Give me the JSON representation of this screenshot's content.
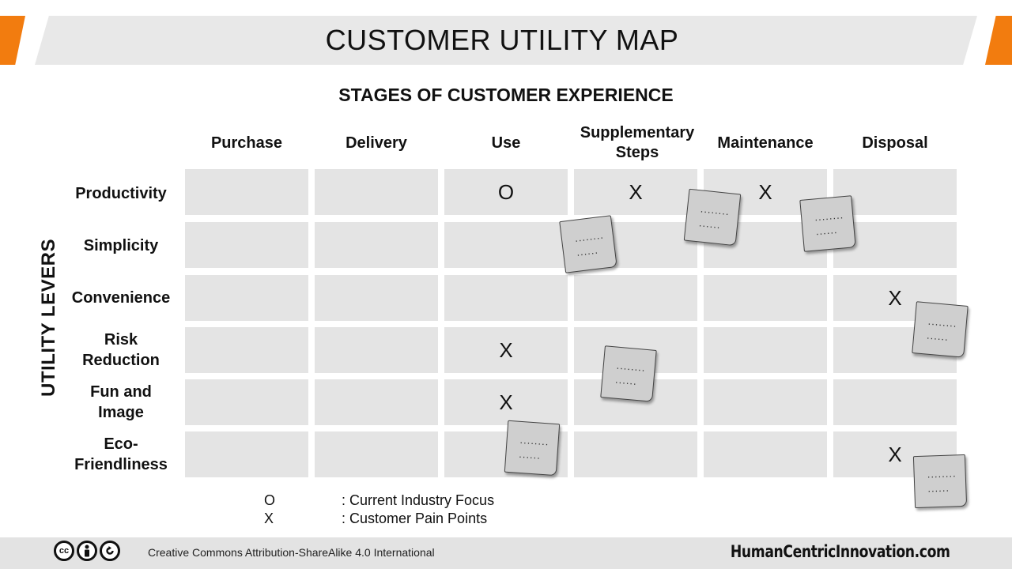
{
  "title": "CUSTOMER UTILITY MAP",
  "subtitle": "STAGES OF CUSTOMER EXPERIENCE",
  "side_label": "UTILITY LEVERS",
  "columns": [
    "Purchase",
    "Delivery",
    "Use",
    "Supplementary Steps",
    "Maintenance",
    "Disposal"
  ],
  "rows": [
    "Productivity",
    "Simplicity",
    "Convenience",
    "Risk Reduction",
    "Fun and Image",
    "Eco-Friendliness"
  ],
  "grid_marks": [
    [
      "",
      "",
      "O",
      "X",
      "X",
      ""
    ],
    [
      "",
      "",
      "",
      "",
      "",
      ""
    ],
    [
      "",
      "",
      "",
      "",
      "",
      "X"
    ],
    [
      "",
      "",
      "X",
      "",
      "",
      ""
    ],
    [
      "",
      "",
      "X",
      "",
      "",
      ""
    ],
    [
      "",
      "",
      "",
      "",
      "",
      "X"
    ]
  ],
  "sticky_note_text": [
    "........",
    "......"
  ],
  "legend": [
    {
      "symbol": "O",
      "text": ": Current Industry Focus"
    },
    {
      "symbol": "X",
      "text": ": Customer Pain Points"
    }
  ],
  "footer": {
    "cc_icons": [
      "cc-icon",
      "attribution-icon",
      "share-alike-icon"
    ],
    "license": "Creative Commons Attribution-ShareAlike 4.0 International",
    "brand": "HumanCentricInnovation.com"
  },
  "colors": {
    "accent": "#f27c0f",
    "banner": "#e8e8e8",
    "cell": "#e4e4e4",
    "sticky_note": "#cfcfcf"
  }
}
